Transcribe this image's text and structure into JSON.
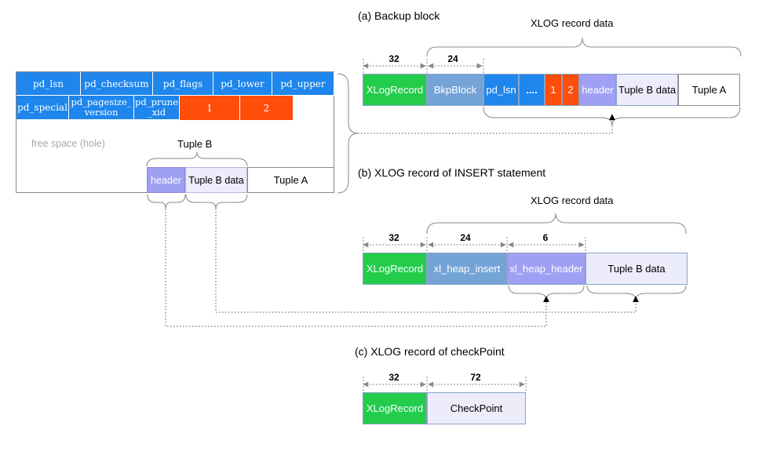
{
  "page": {
    "header_row1": [
      "pd_lsn",
      "pd_checksum",
      "pd_flags",
      "pd_lower",
      "pd_upper"
    ],
    "special": "pd_special",
    "pagesize_version": "pd_pagesize_ version",
    "prune_xid": "pd_prune _xid",
    "line_pointers": [
      "1",
      "2"
    ],
    "free_space": "free space (hole)",
    "tuple_b_label": "Tuple B",
    "tuples": [
      "header",
      "Tuple B data",
      "Tuple A"
    ]
  },
  "panel_a": {
    "caption": "(a) Backup block",
    "data_label": "XLOG record data",
    "sizes": [
      "32",
      "24"
    ],
    "cells": [
      "XLogRecord",
      "BkpBlock",
      "pd_lsn",
      "....",
      "1",
      "2",
      "header",
      "Tuple B data",
      "Tuple A"
    ]
  },
  "panel_b": {
    "caption": "(b) XLOG record of INSERT statement",
    "data_label": "XLOG record data",
    "sizes": [
      "32",
      "24",
      "6"
    ],
    "cells": [
      "XLogRecord",
      "xl_heap_insert",
      "xl_heap_header",
      "Tuple B data"
    ]
  },
  "panel_c": {
    "caption": "(c) XLOG record of checkPoint",
    "sizes": [
      "32",
      "72"
    ],
    "cells": [
      "XLogRecord",
      "CheckPoint"
    ]
  },
  "colors": {
    "header_blue": "#1e86ec",
    "line_pointer_orange": "#ff4d0a",
    "xlogrecord_green": "#23cc4b",
    "struct_steel": "#74a3d6",
    "tuple_header_lavender": "#9f9ff3",
    "tuple_data_pale": "#ececfb"
  }
}
